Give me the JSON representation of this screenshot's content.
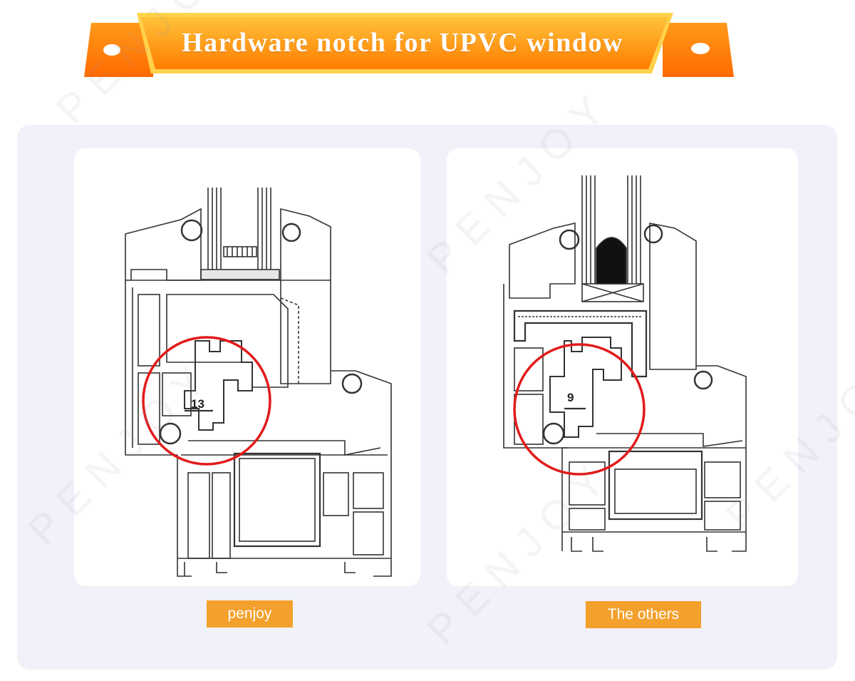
{
  "banner": {
    "title": "Hardware notch for UPVC window",
    "colors": {
      "light": "#ffb020",
      "dark": "#ff7a00",
      "highlight": "#ffd35a"
    }
  },
  "panel_color": "#f1f1f9",
  "watermark_text": "PENJOY",
  "comparison": [
    {
      "caption": "penjoy",
      "dimension_label": "13"
    },
    {
      "caption": "The others",
      "dimension_label": "9"
    }
  ],
  "highlight_circle_color": "#e11b1b",
  "caption_color": "#f4a02c"
}
